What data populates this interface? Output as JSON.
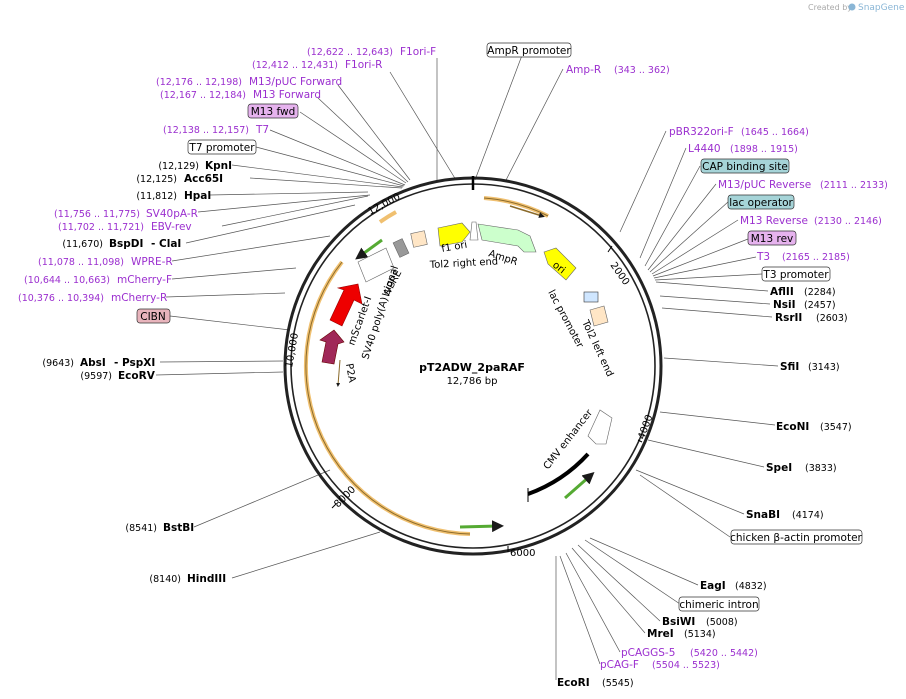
{
  "credit": "Created by",
  "brand": "SnapGene",
  "plasmid": {
    "name": "pT2ADW_2paRAF",
    "size": "12,786 bp"
  },
  "ticks": [
    "2000",
    "4000",
    "6000",
    "8000",
    "10,000",
    "12,000"
  ],
  "features": {
    "f1ori": "f1 ori",
    "ampr": "AmpR",
    "ori": "ori",
    "tol2right": "Tol2 right end",
    "tol2left": "Tol2 left end",
    "lacpromoter": "lac promoter",
    "wpre": "WPRE",
    "sv40polya": "SV40 poly(A) signal",
    "mscarlet": "mScarlet-I",
    "p2a": "P2A",
    "cmv": "CMV enhancer"
  },
  "labels": {
    "f1orif": {
      "name": "F1ori-F",
      "coord": "(12,622 .. 12,643)"
    },
    "f1orir": {
      "name": "F1ori-R",
      "coord": "(12,412 .. 12,431)"
    },
    "m13puc": {
      "name": "M13/pUC Forward",
      "coord": "(12,176 .. 12,198)"
    },
    "m13fwd": {
      "name": "M13 Forward",
      "coord": "(12,167 .. 12,184)"
    },
    "m13fwdbox": {
      "name": "M13 fwd"
    },
    "t7": {
      "name": "T7",
      "coord": "(12,138 .. 12,157)"
    },
    "t7prom": {
      "name": "T7 promoter"
    },
    "kpni": {
      "name": "KpnI",
      "coord": "(12,129)"
    },
    "acc65i": {
      "name": "Acc65I",
      "coord": "(12,125)"
    },
    "hpai": {
      "name": "HpaI",
      "coord": "(11,812)"
    },
    "sv40par": {
      "name": "SV40pA-R",
      "coord": "(11,756 .. 11,775)"
    },
    "ebvrev": {
      "name": "EBV-rev",
      "coord": "(11,702 .. 11,721)"
    },
    "bspdi": {
      "name": "BspDI",
      "name2": "- ClaI",
      "coord": "(11,670)"
    },
    "wprer": {
      "name": "WPRE-R",
      "coord": "(11,078 .. 11,098)"
    },
    "mcherryf": {
      "name": "mCherry-F",
      "coord": "(10,644 .. 10,663)"
    },
    "mcherryr": {
      "name": "mCherry-R",
      "coord": "(10,376 .. 10,394)"
    },
    "cibn": {
      "name": "CIBN"
    },
    "absi": {
      "name": "AbsI",
      "name2": "- PspXI",
      "coord": "(9643)"
    },
    "ecorv": {
      "name": "EcoRV",
      "coord": "(9597)"
    },
    "bstbi": {
      "name": "BstBI",
      "coord": "(8541)"
    },
    "hindiii": {
      "name": "HindIII",
      "coord": "(8140)"
    },
    "ampprom": {
      "name": "AmpR promoter"
    },
    "ampr": {
      "name": "Amp-R",
      "coord": "(343 .. 362)"
    },
    "pbr322": {
      "name": "pBR322ori-F",
      "coord": "(1645 .. 1664)"
    },
    "l4440": {
      "name": "L4440",
      "coord": "(1898 .. 1915)"
    },
    "cap": {
      "name": "CAP binding site"
    },
    "m13pucrev": {
      "name": "M13/pUC Reverse",
      "coord": "(2111 .. 2133)"
    },
    "lacop": {
      "name": "lac operator"
    },
    "m13rev": {
      "name": "M13 Reverse",
      "coord": "(2130 .. 2146)"
    },
    "m13revbox": {
      "name": "M13 rev"
    },
    "t3": {
      "name": "T3",
      "coord": "(2165 .. 2185)"
    },
    "t3prom": {
      "name": "T3 promoter"
    },
    "aflii": {
      "name": "AflII",
      "coord": "(2284)"
    },
    "nsii": {
      "name": "NsiI",
      "coord": "(2457)"
    },
    "rsrii": {
      "name": "RsrII",
      "coord": "(2603)"
    },
    "sfii": {
      "name": "SfiI",
      "coord": "(3143)"
    },
    "econi": {
      "name": "EcoNI",
      "coord": "(3547)"
    },
    "spei": {
      "name": "SpeI",
      "coord": "(3833)"
    },
    "snabi": {
      "name": "SnaBI",
      "coord": "(4174)"
    },
    "chicken": {
      "name": "chicken β-actin promoter"
    },
    "eagi": {
      "name": "EagI",
      "coord": "(4832)"
    },
    "chimeric": {
      "name": "chimeric intron"
    },
    "bsiwi": {
      "name": "BsiWI",
      "coord": "(5008)"
    },
    "mrei": {
      "name": "MreI",
      "coord": "(5134)"
    },
    "pcaggs": {
      "name": "pCAGGS-5",
      "coord": "(5420 .. 5442)"
    },
    "pcagf": {
      "name": "pCAG-F",
      "coord": "(5504 .. 5523)"
    },
    "ecori": {
      "name": "EcoRI",
      "coord": "(5545)"
    }
  }
}
